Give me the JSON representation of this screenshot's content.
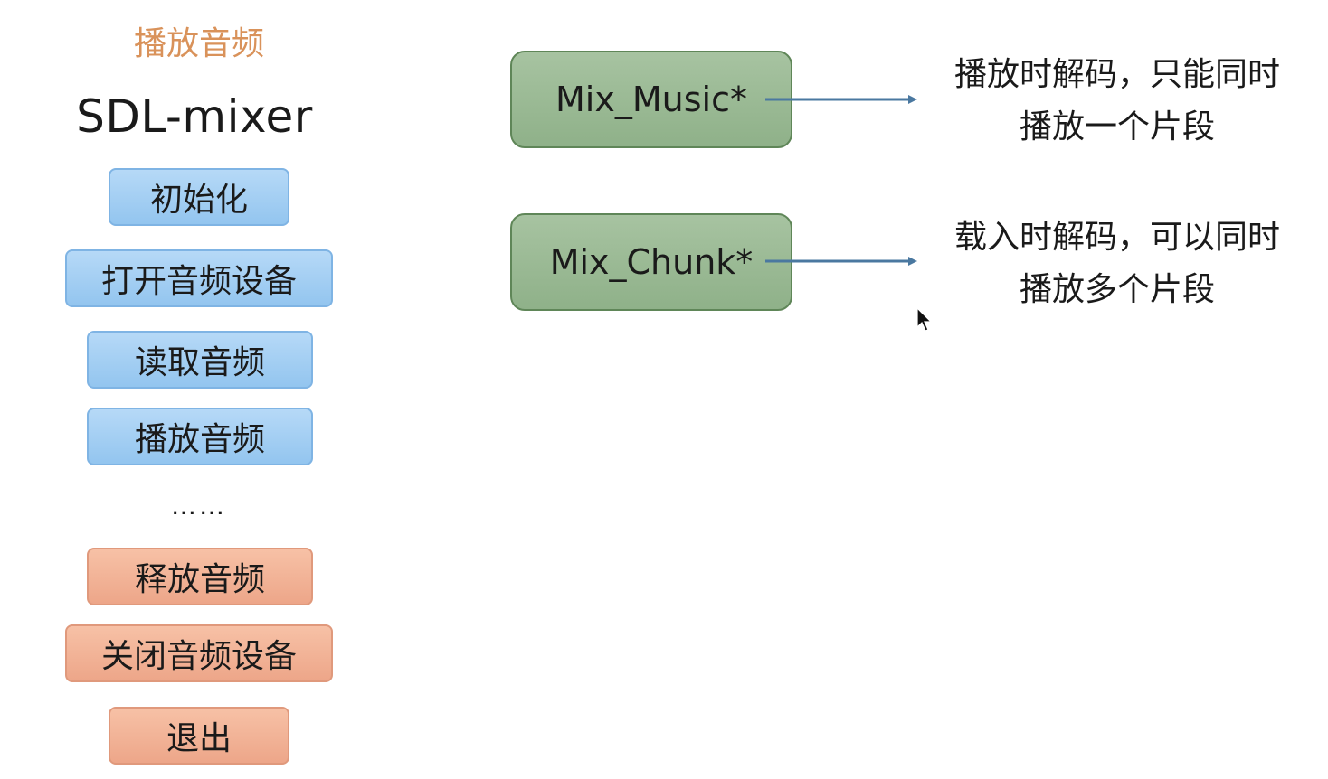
{
  "header": {
    "section_title": "播放音频",
    "lib_name": "SDL-mixer"
  },
  "steps": [
    {
      "label": "初始化",
      "kind": "blue"
    },
    {
      "label": "打开音频设备",
      "kind": "blue"
    },
    {
      "label": "读取音频",
      "kind": "blue"
    },
    {
      "label": "播放音频",
      "kind": "blue"
    },
    {
      "label": "……",
      "kind": "ellipsis"
    },
    {
      "label": "释放音频",
      "kind": "orange"
    },
    {
      "label": "关闭音频设备",
      "kind": "orange"
    },
    {
      "label": "退出",
      "kind": "orange"
    }
  ],
  "types": [
    {
      "label": "Mix_Music*",
      "desc_line1": "播放时解码，只能同时",
      "desc_line2": "播放一个片段"
    },
    {
      "label": "Mix_Chunk*",
      "desc_line1": "载入时解码，可以同时",
      "desc_line2": "播放多个片段"
    }
  ],
  "colors": {
    "title_accent": "#d9925a",
    "step_blue": "#93c5ef",
    "step_orange": "#eda689",
    "type_green": "#8fb189",
    "arrow": "#4a78a0"
  },
  "icons": {
    "cursor": "mouse-pointer-icon"
  }
}
